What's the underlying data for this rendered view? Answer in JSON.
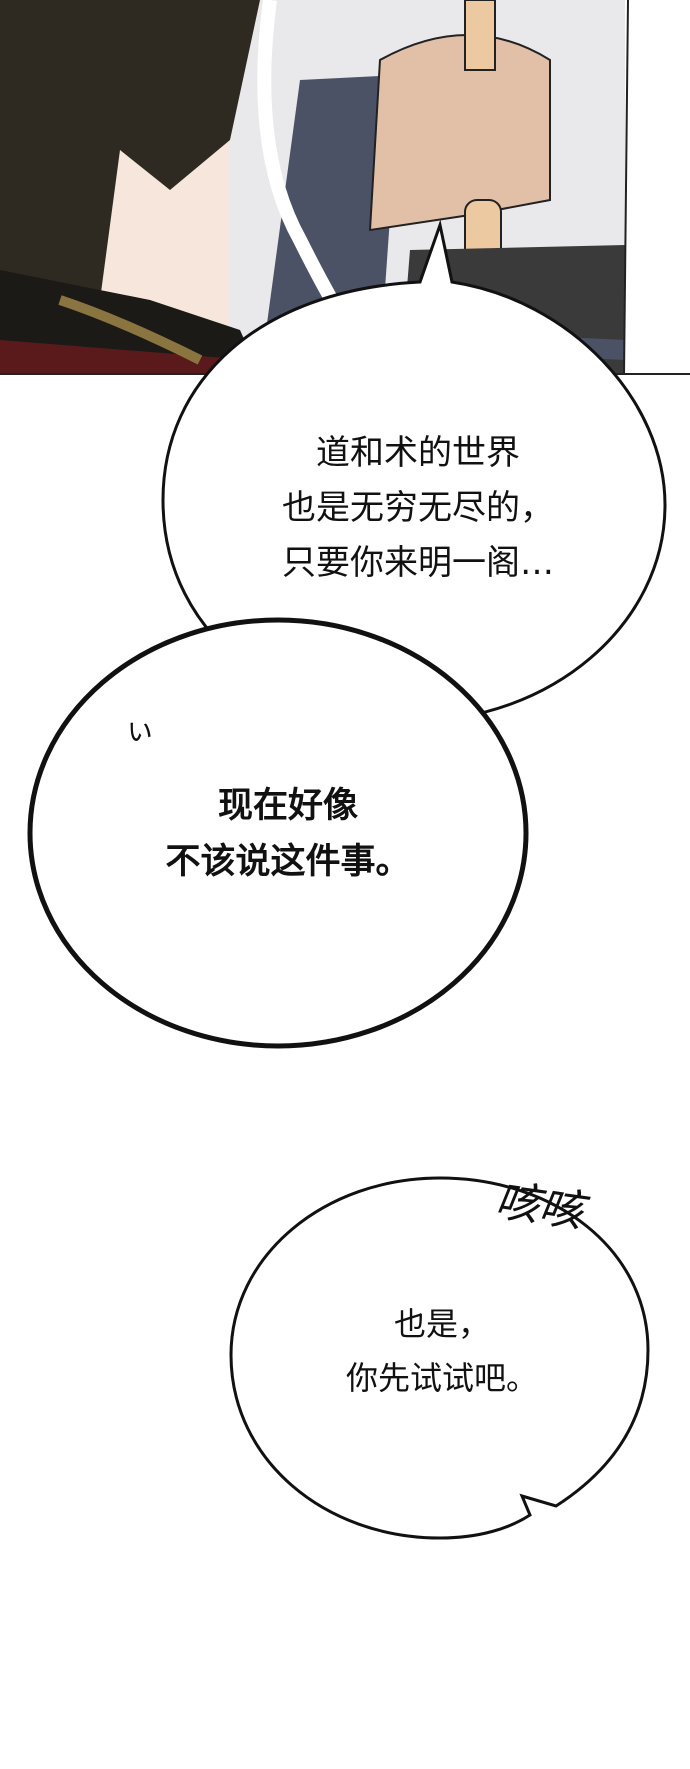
{
  "panel": {
    "description_icon": "manga-panel-artwork"
  },
  "bubbles": [
    {
      "lines": [
        "道和术的世界",
        "也是无穷无尽的，",
        "只要你来明一阁…"
      ]
    },
    {
      "lines": [
        "现在好像",
        "不该说这件事。"
      ],
      "mark": "ぃ"
    },
    {
      "lines": [
        "也是，",
        "你先试试吧。"
      ]
    }
  ],
  "sfx": "咳咳",
  "colors": {
    "hair": "#2e2a22",
    "robe_blue": "#4c5266",
    "skin": "#e2c0a8",
    "stick": "#edc9a2",
    "robe_red": "#5a1a1c"
  }
}
